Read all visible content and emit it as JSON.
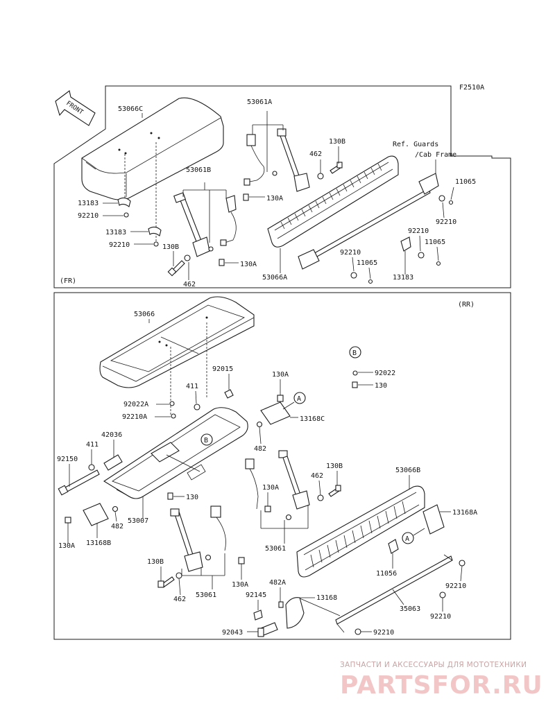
{
  "diagram_code": "F2510A",
  "front_arrow": "FRONT",
  "sections": {
    "front": "(FR)",
    "rear": "(RR)"
  },
  "ref_note": [
    "Ref. Guards",
    "/Cab Frame"
  ],
  "part_labels": {
    "p53066C": "53066C",
    "p53061A": "53061A",
    "p53061B": "53061B",
    "p130B_fr1": "130B",
    "p462_fr1": "462",
    "p13183_1": "13183",
    "p92210_1": "92210",
    "p13183_2": "13183",
    "p92210_2": "92210",
    "p130B_fr2": "130B",
    "p462_fr2": "462",
    "p130A_fr1": "130A",
    "p130A_fr2": "130A",
    "p11065_1": "11065",
    "p92210_3": "92210",
    "p92210_4": "92210",
    "p11065_2": "11065",
    "p92210_5": "92210",
    "p11065_3": "11065",
    "p53066A": "53066A",
    "p13183_3": "13183",
    "p53066": "53066",
    "p92015": "92015",
    "p411_1": "411",
    "p92022A": "92022A",
    "p92210A": "92210A",
    "p130A_rr1": "130A",
    "p13168C": "13168C",
    "p482_1": "482",
    "p42036": "42036",
    "p411_2": "411",
    "p92150": "92150",
    "p130_rr1": "130",
    "p482_2": "482",
    "p53007": "53007",
    "p130A_rr2": "130A",
    "p13168B": "13168B",
    "p92022": "92022",
    "p130_rr2": "130",
    "p130B_rr1": "130B",
    "p462_rr1": "462",
    "p130A_rr3": "130A",
    "p53061_1": "53061",
    "p53066B": "53066B",
    "p13168A": "13168A",
    "p11056": "11056",
    "p92210_rr1": "92210",
    "p130B_rr2": "130B",
    "p462_rr2": "462",
    "p53061_2": "53061",
    "p130A_rr4": "130A",
    "p482A": "482A",
    "p92145": "92145",
    "p13168": "13168",
    "p35063": "35063",
    "p92210_rr2": "92210",
    "p92043": "92043",
    "p92210_rr3": "92210"
  },
  "callouts": {
    "A1": "A",
    "A2": "A",
    "B1": "B",
    "B2": "B"
  },
  "watermark": {
    "subtitle": "ЗАПЧАСТИ И АКСЕССУАРЫ ДЛЯ МОТОТЕХНИКИ",
    "brand": "PARTSFOR.RU"
  },
  "colors": {
    "line": "#1a1a1a",
    "watermark_sub": "#c9a3a3",
    "watermark_brand": "#f2c6c6"
  }
}
